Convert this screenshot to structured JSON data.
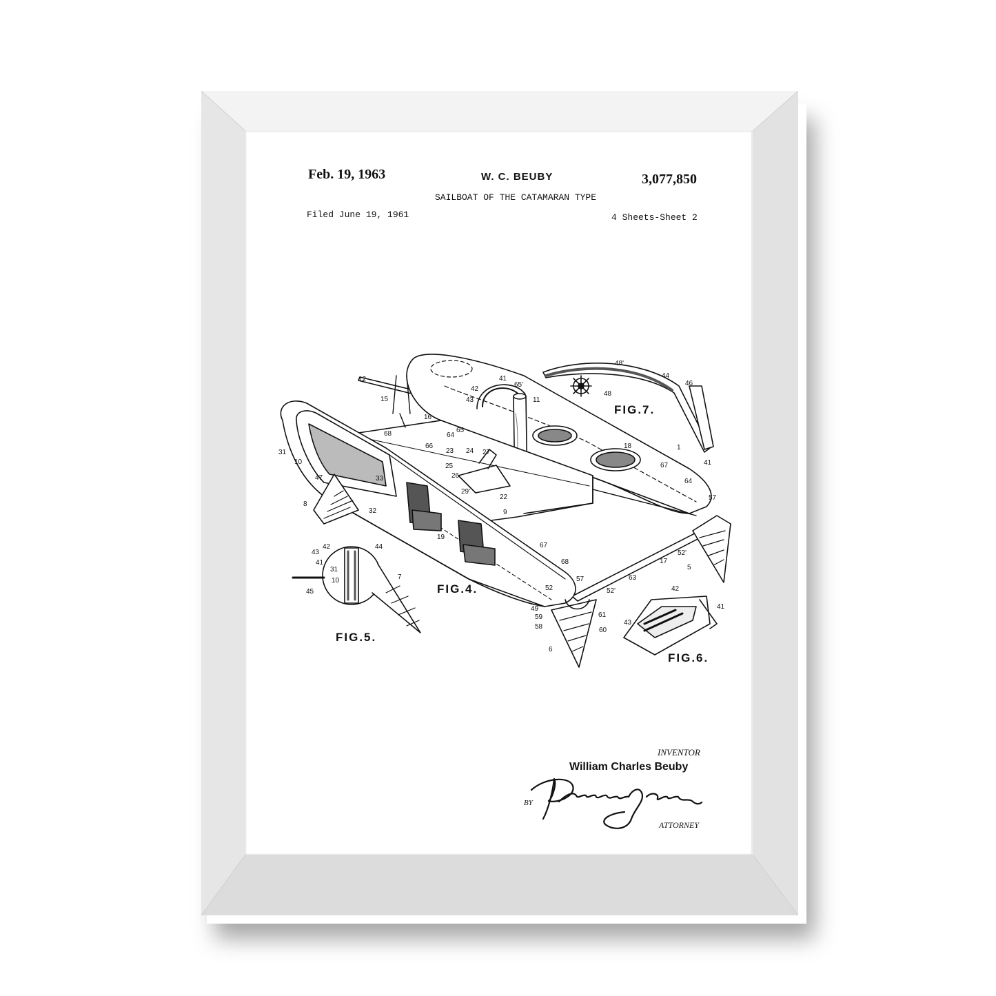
{
  "patent": {
    "date": "Feb. 19, 1963",
    "inventor_short": "W. C. BEUBY",
    "number": "3,077,850",
    "title": "SAILBOAT OF THE CATAMARAN TYPE",
    "filed": "Filed June 19, 1961",
    "sheets": "4 Sheets-Sheet 2"
  },
  "figures": {
    "fig4": "FIG.4.",
    "fig5": "FIG.5.",
    "fig6": "FIG.6.",
    "fig7": "FIG.7."
  },
  "refs": [
    "12",
    "15",
    "16",
    "41",
    "65'",
    "11",
    "42",
    "43",
    "65",
    "64",
    "66",
    "68",
    "23",
    "24",
    "27",
    "25",
    "26",
    "29'",
    "22",
    "9",
    "31",
    "10",
    "47",
    "33",
    "8",
    "32",
    "48'",
    "44",
    "46",
    "48",
    "18",
    "67",
    "64",
    "57",
    "1",
    "41",
    "19",
    "67",
    "68",
    "57",
    "52",
    "52'",
    "63",
    "17",
    "52'",
    "5",
    "49",
    "59",
    "58",
    "61",
    "60",
    "6",
    "43",
    "42",
    "41",
    "44",
    "31",
    "10",
    "7",
    "45",
    "42",
    "41",
    "43"
  ],
  "credits": {
    "inventor_label": "INVENTOR",
    "inventor_name": "William Charles Beuby",
    "by_label": "BY",
    "attorney_label": "ATTORNEY",
    "signature": "Raymond Jones"
  },
  "colors": {
    "frame": "#ececec",
    "paper": "#ffffff",
    "ink": "#111111"
  }
}
